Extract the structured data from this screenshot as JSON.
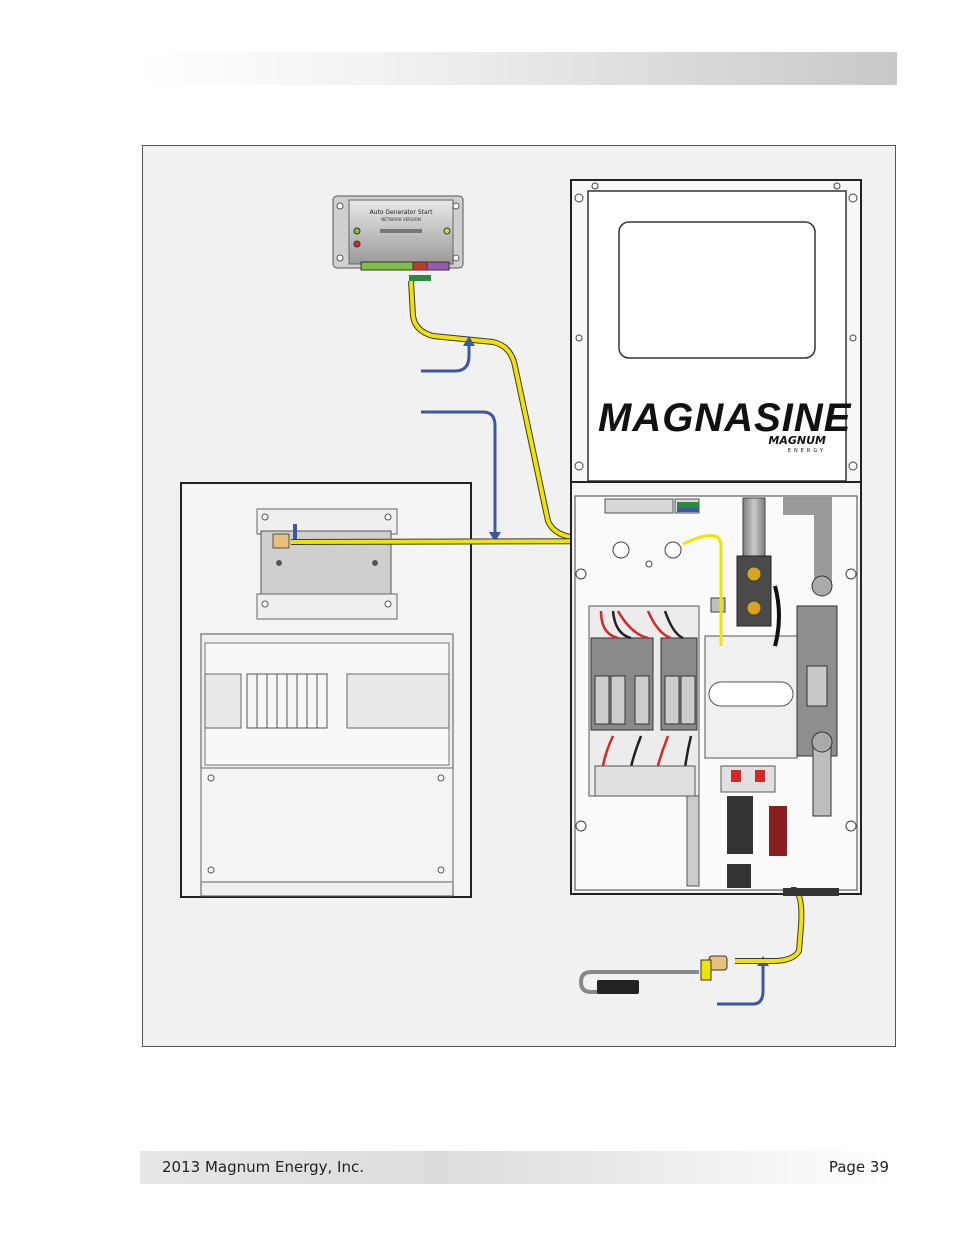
{
  "footer": {
    "copyright": "2013 Magnum Energy, Inc.",
    "page": "Page 39"
  },
  "figure": {
    "ags_title": "Auto Generator Start",
    "ags_subtitle": "NETWORK VERSION",
    "inverter_brand": "MAGNASINE",
    "inverter_maker": "MAGNUM",
    "inverter_maker_sub": "ENERGY",
    "colors": {
      "cable": "#f2e200",
      "arrow": "#3d56a6",
      "connector_green": "#2a8a3a",
      "breaker_red": "#d62828"
    }
  }
}
